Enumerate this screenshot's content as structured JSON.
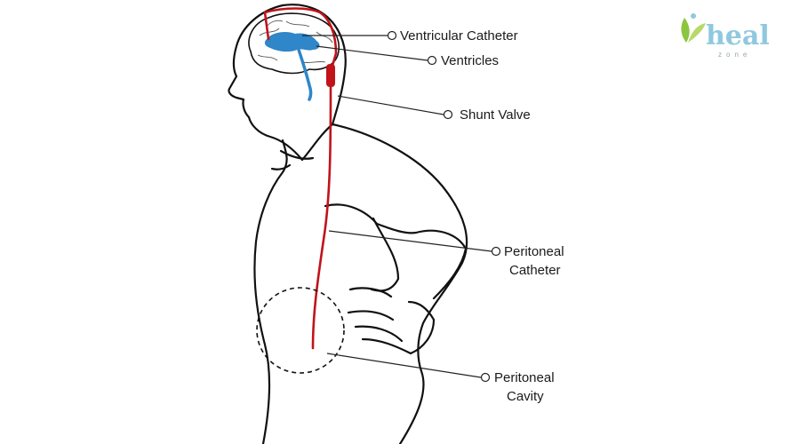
{
  "colors": {
    "outline": "#111111",
    "shunt": "#c0141a",
    "ventricles": "#2f86c8",
    "brain_fill": "#ffffff",
    "leader": "#222222",
    "logo_text": "#8fc8df",
    "logo_leaf": "#8cc63f",
    "logo_sub": "#9aa6ad"
  },
  "labels": {
    "ventricular_catheter": "Ventricular Catheter",
    "ventricles": "Ventricles",
    "shunt_valve": "Shunt Valve",
    "peritoneal_catheter_line1": "Peritoneal",
    "peritoneal_catheter_line2": "Catheter",
    "peritoneal_cavity_line1": "Peritoneal",
    "peritoneal_cavity_line2": "Cavity"
  },
  "logo": {
    "text": "heal",
    "subtext": "zone"
  }
}
